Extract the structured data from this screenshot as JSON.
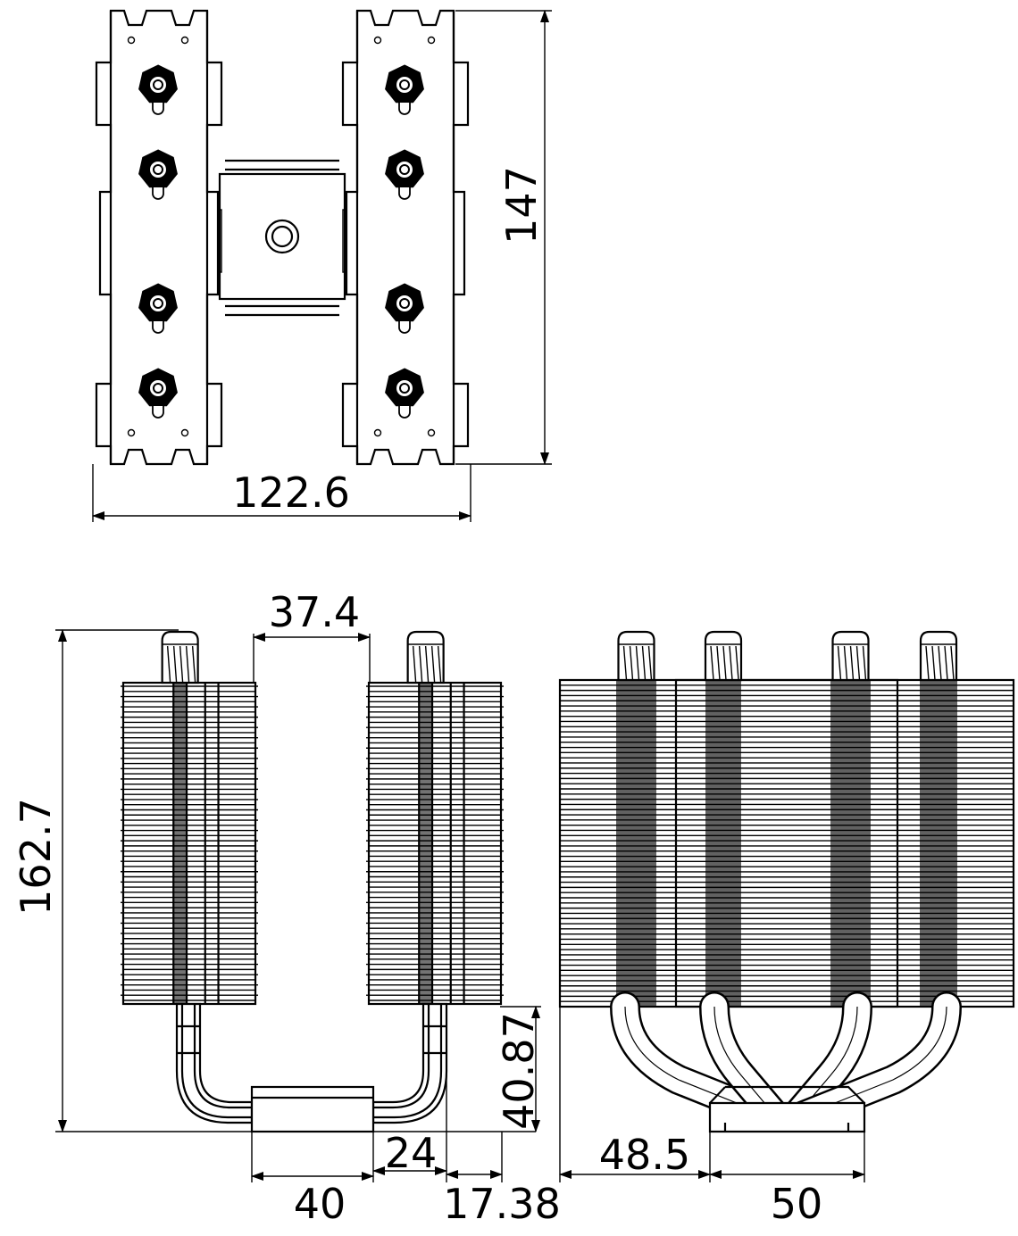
{
  "dimensions": {
    "top_width": "122.6",
    "top_height": "147",
    "total_height": "162.7",
    "tower_gap": "37.4",
    "base_height": "40.87",
    "base_width": "40",
    "offset_24": "24",
    "offset_17": "17.38",
    "side_offset": "48.5",
    "side_base": "50"
  },
  "icons": {
    "fan_clip": "clip-icon",
    "mount_screw": "screw-icon"
  }
}
